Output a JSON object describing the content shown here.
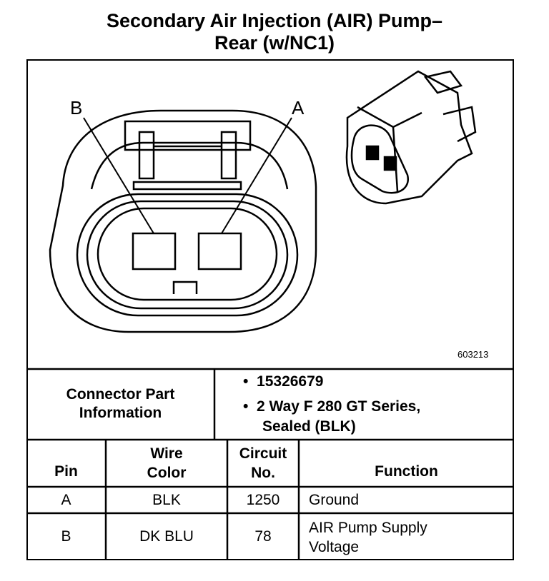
{
  "title": {
    "line1": "Secondary Air Injection (AIR) Pump–",
    "line2": "Rear (w/NC1)"
  },
  "diagram": {
    "pin_labels": {
      "left": "B",
      "right": "A"
    },
    "figure_id": "603213"
  },
  "connector_info": {
    "label_line1": "Connector Part",
    "label_line2": "Information",
    "bullets": [
      {
        "symbol": "•",
        "text": "15326679"
      },
      {
        "symbol": "•",
        "text_line1": "2 Way F 280 GT Series,",
        "text_line2": "Sealed (BLK)"
      }
    ]
  },
  "table": {
    "headers": {
      "pin": "Pin",
      "wire_color_line1": "Wire",
      "wire_color_line2": "Color",
      "circuit_line1": "Circuit",
      "circuit_line2": "No.",
      "function": "Function"
    },
    "rows": [
      {
        "pin": "A",
        "wire_color": "BLK",
        "circuit": "1250",
        "function_line1": "Ground"
      },
      {
        "pin": "B",
        "wire_color": "DK BLU",
        "circuit": "78",
        "function_line1": "AIR Pump Supply",
        "function_line2": "Voltage"
      }
    ]
  }
}
